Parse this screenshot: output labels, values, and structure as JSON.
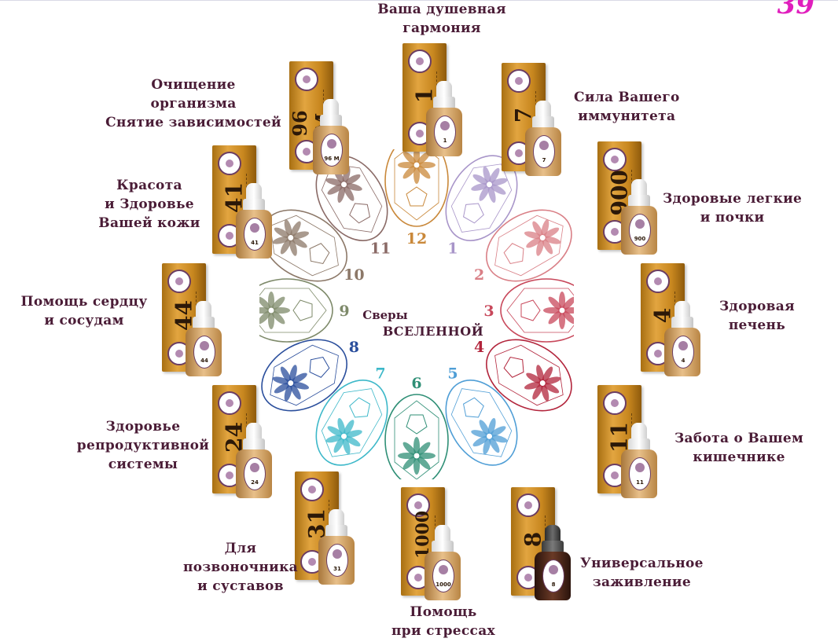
{
  "page_number": "39",
  "center": {
    "line1": "Сверы",
    "line2": "ВСЕЛЕННОЙ"
  },
  "spheres": [
    {
      "n": "12",
      "color": "#c9883a"
    },
    {
      "n": "1",
      "color": "#a895c9"
    },
    {
      "n": "2",
      "color": "#d97f86"
    },
    {
      "n": "3",
      "color": "#c8485b"
    },
    {
      "n": "4",
      "color": "#b2243b"
    },
    {
      "n": "5",
      "color": "#4f9ed6"
    },
    {
      "n": "6",
      "color": "#2f8f76"
    },
    {
      "n": "7",
      "color": "#3db8c9"
    },
    {
      "n": "8",
      "color": "#2a4e9c"
    },
    {
      "n": "9",
      "color": "#7e8a6a"
    },
    {
      "n": "10",
      "color": "#8c7868"
    },
    {
      "n": "11",
      "color": "#8a6a66"
    }
  ],
  "products": [
    {
      "id": "p1",
      "num": "1",
      "caption": [
        "Ваша душевная",
        "гармония"
      ]
    },
    {
      "id": "p7",
      "num": "7",
      "caption": [
        "Сила Вашего",
        "иммунитета"
      ]
    },
    {
      "id": "p900",
      "num": "900",
      "caption": [
        "Здоровые легкие",
        "и почки"
      ]
    },
    {
      "id": "p4",
      "num": "4",
      "caption": [
        "Здоровая",
        "печень"
      ]
    },
    {
      "id": "p11",
      "num": "11",
      "caption": [
        "Забота о Вашем",
        "кишечнике"
      ]
    },
    {
      "id": "p8",
      "num": "8",
      "caption": [
        "Универсальное",
        "заживление"
      ]
    },
    {
      "id": "p1000",
      "num": "1000",
      "caption": [
        "Помощь",
        "при стрессах"
      ]
    },
    {
      "id": "p31",
      "num": "31",
      "caption": [
        "Для",
        "позвоночника",
        "и суставов"
      ]
    },
    {
      "id": "p24",
      "num": "24",
      "caption": [
        "Здоровье",
        "репродуктивной",
        "системы"
      ]
    },
    {
      "id": "p44",
      "num": "44",
      "caption": [
        "Помощь сердцу",
        "и сосудам"
      ]
    },
    {
      "id": "p41",
      "num": "41",
      "caption": [
        "Красота",
        "и Здоровье",
        "Вашей кожи"
      ]
    },
    {
      "id": "p96",
      "num": "96 М",
      "caption": [
        "Очищение",
        "организма",
        "Снятие зависимостей"
      ]
    }
  ]
}
